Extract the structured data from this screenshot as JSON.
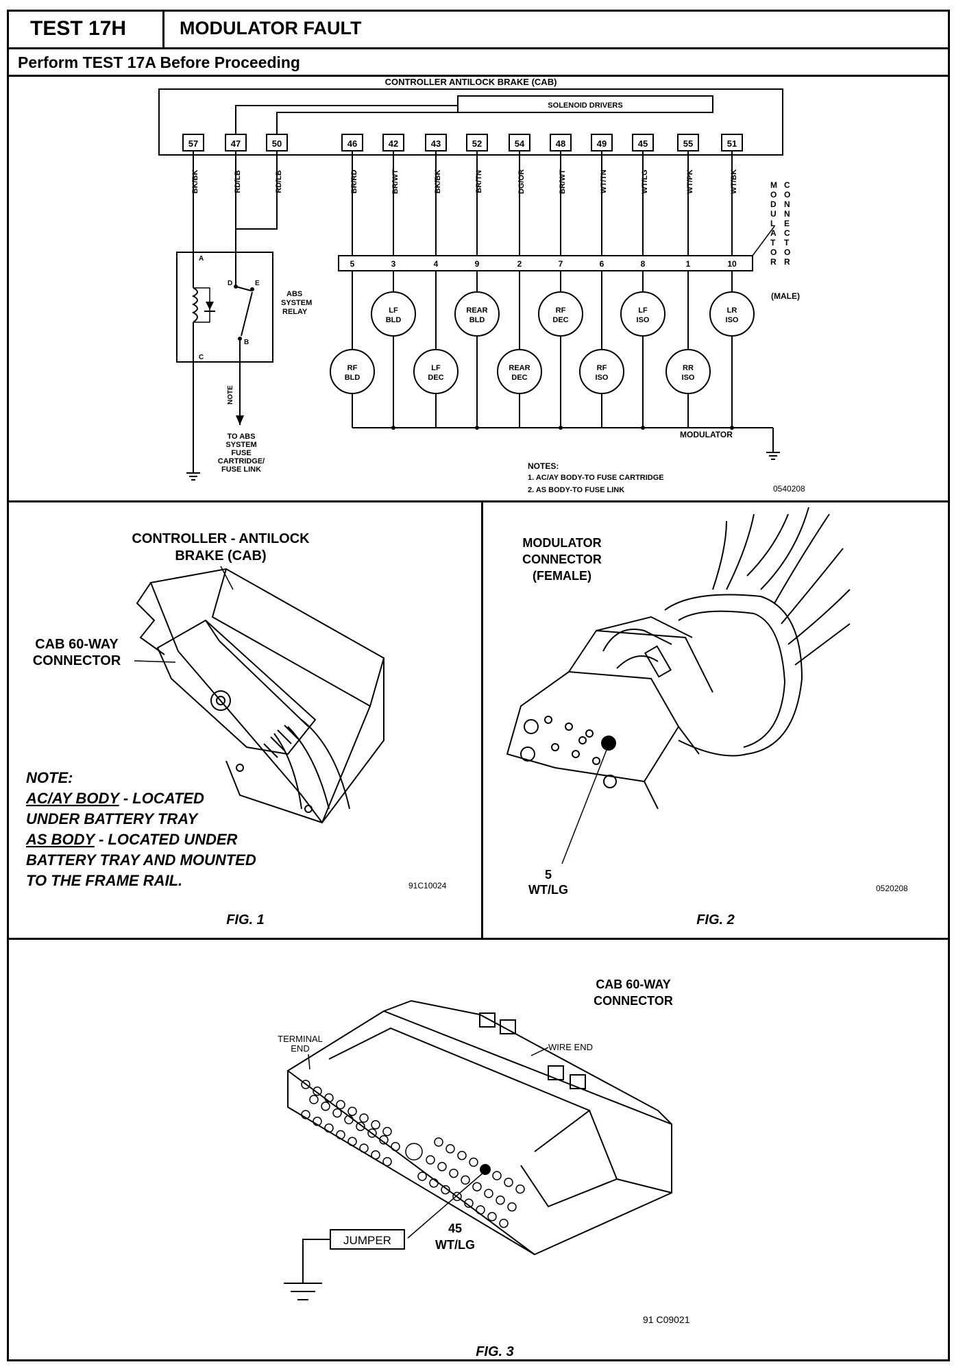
{
  "header": {
    "test_id": "TEST 17H",
    "title": "MODULATOR FAULT",
    "subtitle": "Perform TEST 17A Before Proceeding"
  },
  "schematic": {
    "controller_label": "CONTROLLER ANTILOCK BRAKE (CAB)",
    "solenoid_label": "SOLENOID DRIVERS",
    "pins": [
      {
        "pin": "57",
        "wire": "BK/BK"
      },
      {
        "pin": "47",
        "wire": "RD/LB"
      },
      {
        "pin": "50",
        "wire": "RD/LB"
      },
      {
        "pin": "46",
        "wire": "BR/RD"
      },
      {
        "pin": "42",
        "wire": "BR/WT"
      },
      {
        "pin": "43",
        "wire": "BK/BK"
      },
      {
        "pin": "52",
        "wire": "BR/TN"
      },
      {
        "pin": "54",
        "wire": "DG/OR"
      },
      {
        "pin": "48",
        "wire": "BR/WT"
      },
      {
        "pin": "49",
        "wire": "WT/TN"
      },
      {
        "pin": "45",
        "wire": "WT/LG"
      },
      {
        "pin": "55",
        "wire": "WT/PK"
      },
      {
        "pin": "51",
        "wire": "WT/BK"
      }
    ],
    "connector_terminals": [
      "5",
      "3",
      "4",
      "9",
      "2",
      "7",
      "6",
      "8",
      "1",
      "10"
    ],
    "modulator_connector_label": "MODULATOR CONNECTOR",
    "modulator_connector_male": "(MALE)",
    "relay_label": "ABS SYSTEM RELAY",
    "relay_terminals": [
      "A",
      "C",
      "D",
      "E",
      "B"
    ],
    "note_label": "NOTE",
    "to_fuse_label": [
      "TO ABS",
      "SYSTEM",
      "FUSE",
      "CARTRIDGE/",
      "FUSE LINK"
    ],
    "valves_top": [
      {
        "line1": "LF",
        "line2": "BLD"
      },
      {
        "line1": "REAR",
        "line2": "BLD"
      },
      {
        "line1": "RF",
        "line2": "DEC"
      },
      {
        "line1": "LF",
        "line2": "ISO"
      },
      {
        "line1": "LR",
        "line2": "ISO"
      }
    ],
    "valves_bottom": [
      {
        "line1": "RF",
        "line2": "BLD"
      },
      {
        "line1": "LF",
        "line2": "DEC"
      },
      {
        "line1": "REAR",
        "line2": "DEC"
      },
      {
        "line1": "RF",
        "line2": "ISO"
      },
      {
        "line1": "RR",
        "line2": "ISO"
      }
    ],
    "modulator_label": "MODULATOR",
    "notes_title": "NOTES:",
    "notes": [
      "1. AC/AY BODY-TO FUSE CARTRIDGE",
      "2. AS BODY-TO FUSE LINK"
    ],
    "figure_code": "0540208"
  },
  "fig1": {
    "controller_label": [
      "CONTROLLER - ANTILOCK",
      "BRAKE (CAB)"
    ],
    "connector_label": [
      "CAB 60-WAY",
      "CONNECTOR"
    ],
    "note_title": "NOTE:",
    "note_lines": [
      {
        "u": "AC/AY BODY",
        "rest": " - LOCATED"
      },
      {
        "u": "",
        "rest": "UNDER BATTERY TRAY"
      },
      {
        "u": "AS BODY",
        "rest": " - LOCATED UNDER"
      },
      {
        "u": "",
        "rest": "BATTERY TRAY AND MOUNTED"
      },
      {
        "u": "",
        "rest": "TO THE FRAME RAIL."
      }
    ],
    "code": "91C10024",
    "caption": "FIG. 1"
  },
  "fig2": {
    "label": [
      "MODULATOR",
      "CONNECTOR",
      "(FEMALE)"
    ],
    "pin_label": [
      "5",
      "WT/LG"
    ],
    "code": "0520208",
    "caption": "FIG. 2"
  },
  "fig3": {
    "label": [
      "CAB 60-WAY",
      "CONNECTOR"
    ],
    "terminal_end": [
      "TERMINAL",
      "END"
    ],
    "wire_end": "WIRE END",
    "jumper": "JUMPER",
    "pin_label": [
      "45",
      "WT/LG"
    ],
    "code": "91 C09021",
    "caption": "FIG. 3"
  },
  "colors": {
    "ink": "#000000",
    "paper": "#ffffff"
  }
}
